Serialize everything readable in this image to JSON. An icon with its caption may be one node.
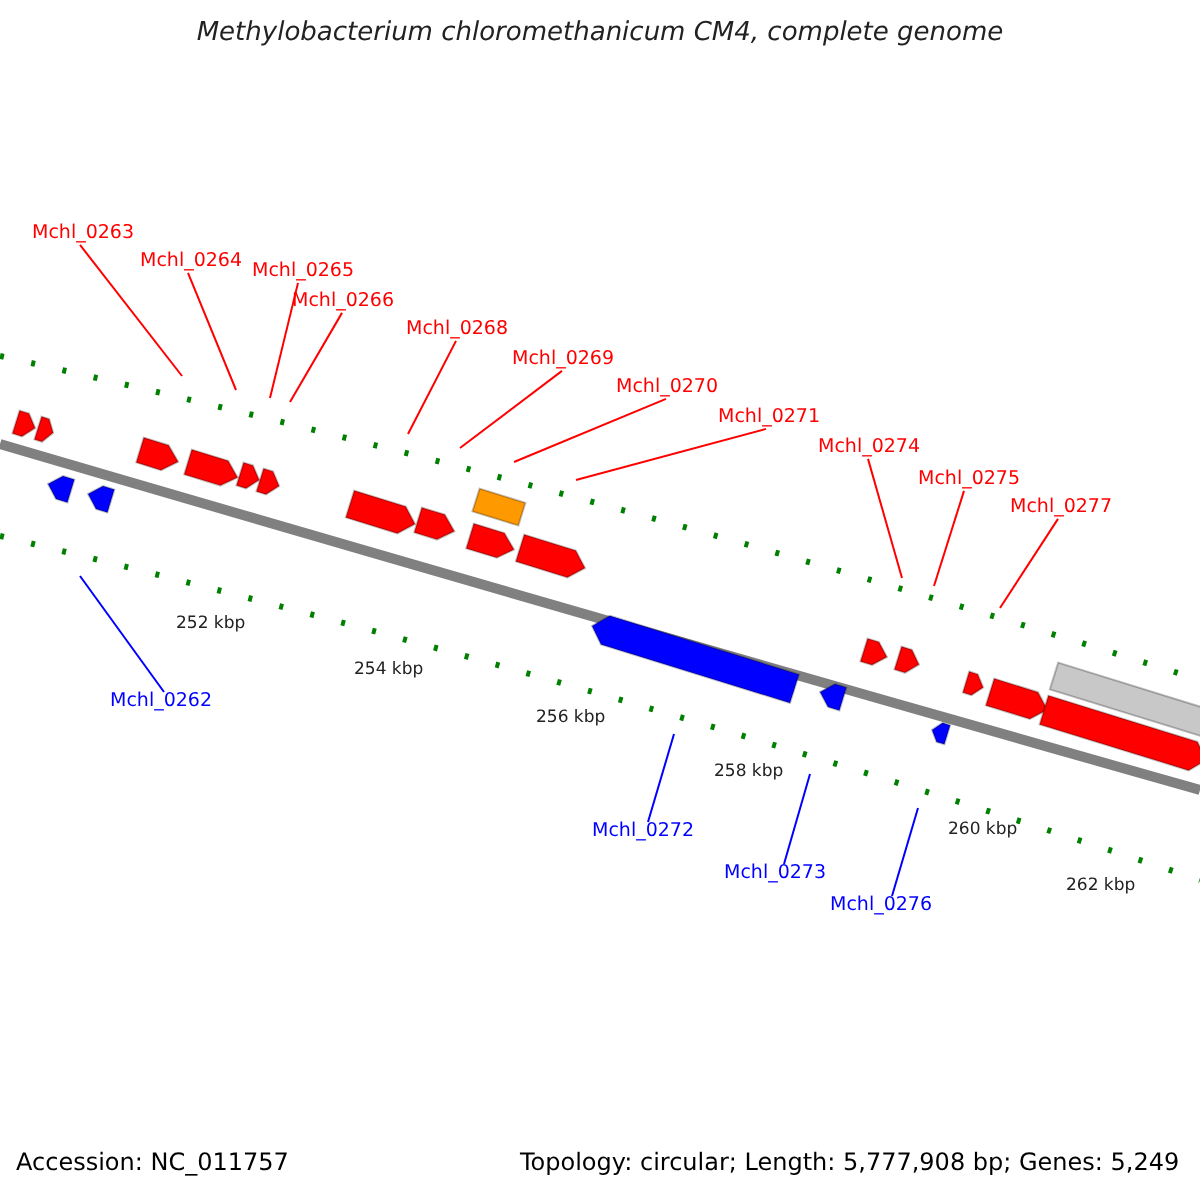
{
  "diagram": {
    "title": "Methylobacterium chloromethanicum CM4, complete genome",
    "nodes": [
      {
        "text": [
          "Mchl_0263"
        ]
      },
      {
        "text": [
          "Mchl_0264"
        ]
      },
      {
        "text": [
          "Mchl_0265"
        ]
      },
      {
        "text": [
          "Mchl_0266"
        ]
      },
      {
        "text": [
          "Mchl_0268"
        ]
      },
      {
        "text": [
          "Mchl_0269"
        ]
      },
      {
        "text": [
          "Mchl_0270"
        ]
      },
      {
        "text": [
          "Mchl_0271"
        ]
      },
      {
        "text": [
          "Mchl_0274"
        ]
      },
      {
        "text": [
          "Mchl_0275"
        ]
      },
      {
        "text": [
          "Mchl_0277"
        ]
      },
      {
        "text": [
          "Mchl_0262"
        ]
      },
      {
        "text": [
          "Mchl_0272"
        ]
      },
      {
        "text": [
          "Mchl_0273"
        ]
      },
      {
        "text": [
          "Mchl_0276"
        ]
      }
    ],
    "edges": [
      {
        "from": 0,
        "to": null,
        "arrow": "none"
      },
      {
        "from": 1,
        "to": null,
        "arrow": "none"
      },
      {
        "from": 2,
        "to": null,
        "arrow": "none"
      },
      {
        "from": 3,
        "to": null,
        "arrow": "none"
      },
      {
        "from": 4,
        "to": null,
        "arrow": "none"
      },
      {
        "from": 5,
        "to": null,
        "arrow": "none"
      },
      {
        "from": 6,
        "to": null,
        "arrow": "none"
      },
      {
        "from": 7,
        "to": null,
        "arrow": "none"
      },
      {
        "from": 8,
        "to": null,
        "arrow": "none"
      },
      {
        "from": 9,
        "to": null,
        "arrow": "none"
      },
      {
        "from": 10,
        "to": null,
        "arrow": "none"
      },
      {
        "from": 11,
        "to": null,
        "arrow": "none",
        "color": "#0000ff"
      },
      {
        "from": 12,
        "to": null,
        "arrow": "none",
        "color": "#0000ff"
      },
      {
        "from": 13,
        "to": null,
        "arrow": "none",
        "color": "#0000ff"
      },
      {
        "from": 14,
        "to": null,
        "arrow": "none",
        "color": "#0000ff"
      }
    ],
    "labels": [
      "252 kbp",
      "254 kbp",
      "256 kbp",
      "258 kbp",
      "260 kbp",
      "262 kbp",
      "Accession: NC_011757",
      "Topology: circular; Length: 5,777,908 bp; Genes: 5,249"
    ]
  }
}
